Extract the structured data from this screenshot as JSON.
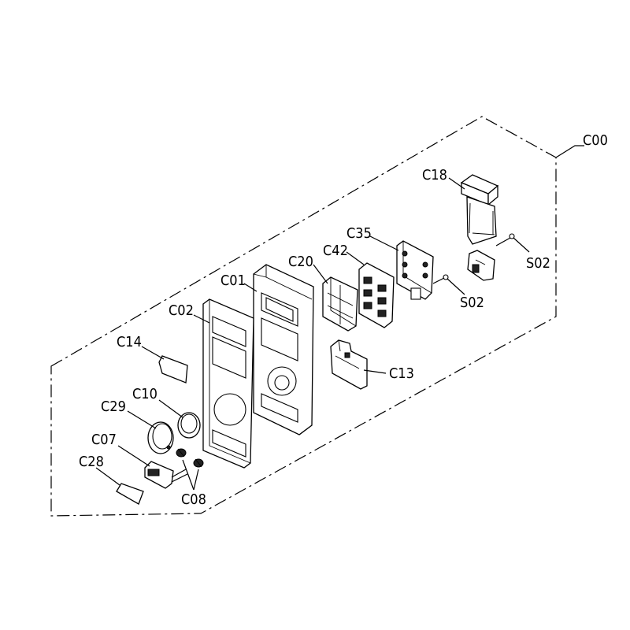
{
  "labels": {
    "c00": "C00",
    "c01": "C01",
    "c02": "C02",
    "c07": "C07",
    "c08": "C08",
    "c10": "C10",
    "c13": "C13",
    "c14": "C14",
    "c18": "C18",
    "c20": "C20",
    "c28": "C28",
    "c29": "C29",
    "c35": "C35",
    "c42": "C42",
    "s02_upper": "S02",
    "s02_lower": "S02"
  }
}
